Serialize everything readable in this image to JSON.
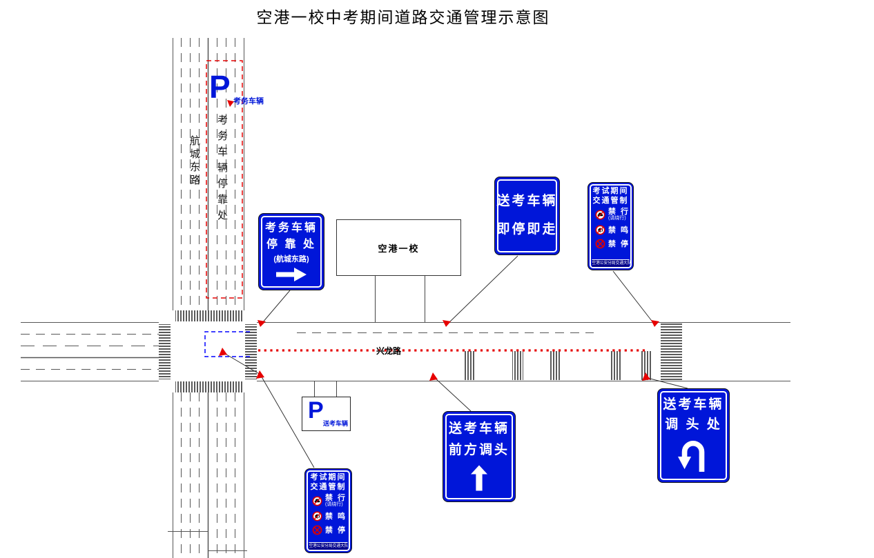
{
  "title": "空港一校中考期间道路交通管理示意图",
  "roads": {
    "vertical_road_label": "航城东路",
    "horizontal_road_label": "兴龙路"
  },
  "parking_zone": {
    "p_symbol": "P",
    "p_caption": "考务车辆",
    "vertical_label": "考务车辆停靠处"
  },
  "school": {
    "label": "空港一校"
  },
  "signs": {
    "staff_parking": {
      "line1": "考务车辆",
      "line2": "停 靠 处",
      "line3": "(航城东路)"
    },
    "dropoff_stop_go": {
      "line1": "送考车辆",
      "line2": "即停即走"
    },
    "dropoff_uturn_ahead": {
      "line1": "送考车辆",
      "line2": "前方调头"
    },
    "dropoff_uturn_point": {
      "line1": "送考车辆",
      "line2": "调 头 处"
    },
    "dropoff_parking": {
      "p_symbol": "P",
      "caption": "送考车辆"
    },
    "regulation": {
      "header1": "考试期间",
      "header2": "交通管制",
      "items": [
        {
          "label": "禁 行",
          "sub": "(请绕行)",
          "icon": "no-driving-icon"
        },
        {
          "label": "禁 鸣",
          "sub": "",
          "icon": "no-horn-icon"
        },
        {
          "label": "禁 停",
          "sub": "",
          "icon": "no-stopping-icon"
        }
      ],
      "footer": "空港公安分局交通大队"
    }
  },
  "icons": {
    "no_driving_icon": "circle-car-slash",
    "no_horn_icon": "circle-horn-slash",
    "no_stopping_icon": "circle-red-x",
    "right_arrow_icon": "block-arrow-right",
    "up_arrow_icon": "block-arrow-up",
    "u_turn_icon": "u-turn-arrow"
  },
  "colors": {
    "sign_blue": "#0016d9",
    "sign_footer_blue": "#00008a",
    "marker_red": "#e60000",
    "parking_zone_red": "#e60000",
    "restriction_blue_dash": "#0000ff",
    "road_line": "#555"
  }
}
